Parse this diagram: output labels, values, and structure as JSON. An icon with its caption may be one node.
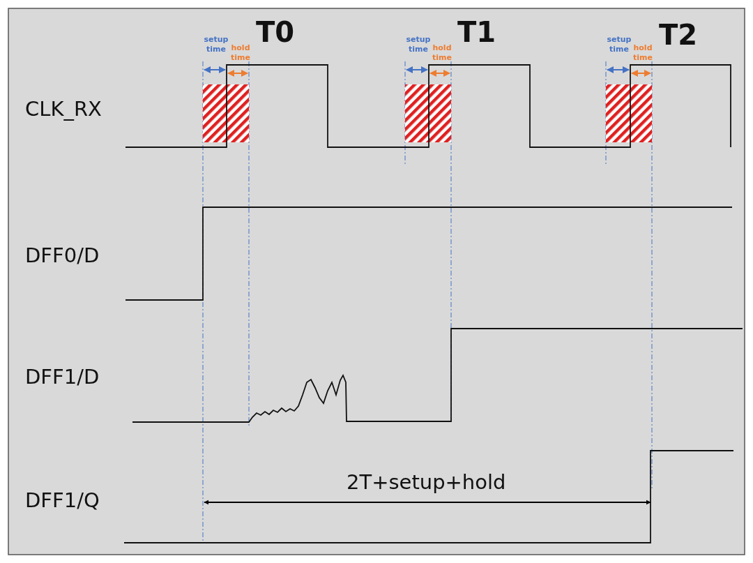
{
  "diagram": {
    "labels": [
      "setup time",
      "hold time",
      "T0",
      "setup time",
      "hold time",
      "T1",
      "setup time",
      "hold time",
      "T2",
      "CLK_RX",
      "DFF0/D",
      "DFF1/D",
      "DFF1/Q",
      "2T+setup+hold"
    ]
  }
}
